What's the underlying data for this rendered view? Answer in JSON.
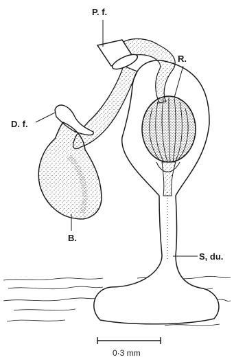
{
  "labels": {
    "pf": "P. f.",
    "r": "R.",
    "df": "D. f.",
    "b": "B.",
    "sdu": "S, du."
  },
  "scale_bar": {
    "text": "0·3 mm"
  },
  "colors": {
    "ink": "#1a1a1a",
    "background": "#ffffff"
  }
}
